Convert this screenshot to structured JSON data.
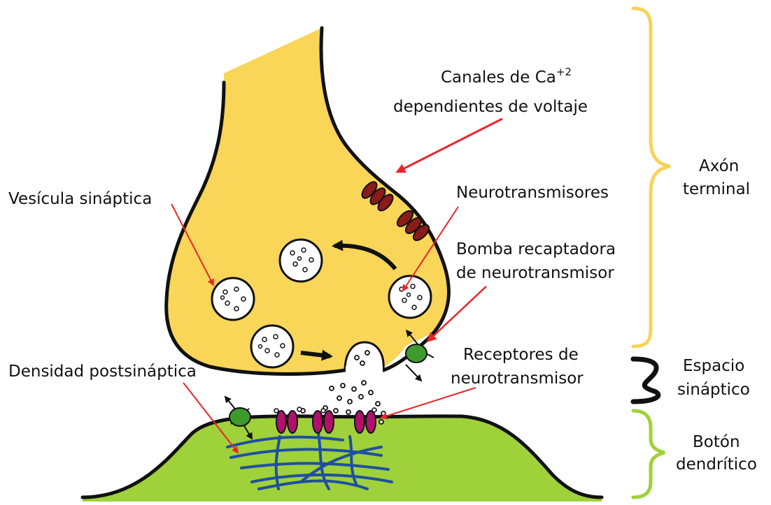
{
  "labels": {
    "canales_line1_prefix": "Canales de Ca",
    "canales_superscript": "+2",
    "canales_line2": "dependientes de voltaje",
    "vesicula": "Vesícula sináptica",
    "neurotransmisores": "Neurotransmisores",
    "bomba_line1": "Bomba recaptadora",
    "bomba_line2": "de neurotransmisor",
    "densidad": "Densidad postsináptica",
    "receptores_line1": "Receptores de",
    "receptores_line2": "neurotransmisor",
    "axon_line1": "Axón",
    "axon_line2": "terminal",
    "espacio_line1": "Espacio",
    "espacio_line2": "sináptico",
    "boton_line1": "Botón",
    "boton_line2": "dendrítico"
  },
  "colors": {
    "axon_fill": "#f9d558",
    "dendrite_fill": "#9fd13a",
    "outline": "#111111",
    "annotation_arrow": "#e8262b",
    "calcium_channel": "#8b1a1a",
    "receptor": "#b0116b",
    "reuptake_pump": "#3e9a2d",
    "postsynaptic_density": "#1f4fa3",
    "axon_brace": "#f6d35a",
    "synaptic_space_brace": "#111111",
    "dendrite_brace": "#9fd13a"
  }
}
